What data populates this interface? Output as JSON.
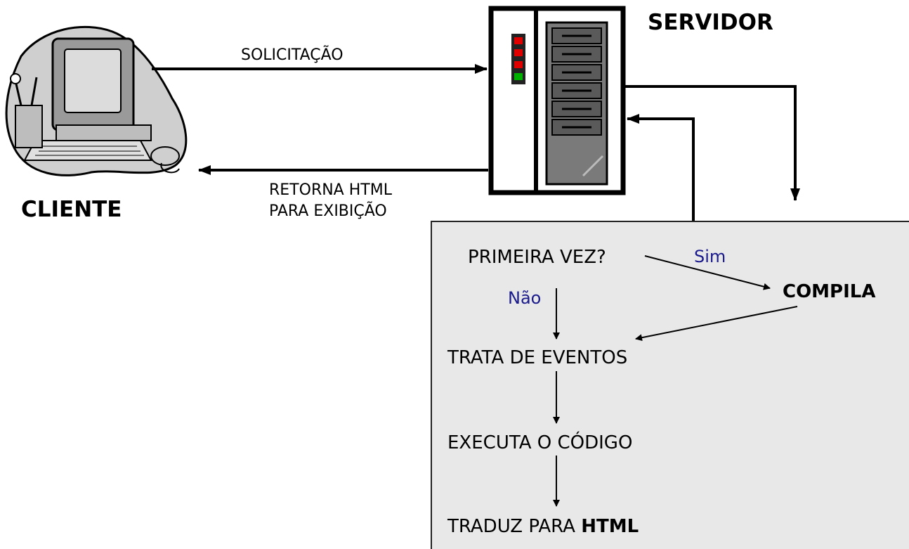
{
  "client": {
    "title": "CLIENTE",
    "icon": "computer-icon"
  },
  "server": {
    "title": "SERVIDOR",
    "icon": "server-tower-icon"
  },
  "arrows": {
    "request": "SOLICITAÇÃO",
    "response_line1": "RETORNA HTML",
    "response_line2": "PARA EXIBIÇÃO"
  },
  "flow": {
    "first_time": "PRIMEIRA VEZ?",
    "yes": "Sim",
    "no": "Não",
    "compile": "COMPILA",
    "events": "TRATA DE EVENTOS",
    "execute": "EXECUTA O CÓDIGO",
    "translate_prefix": "TRADUZ PARA ",
    "translate_bold": "HTML"
  },
  "colors": {
    "panel_bg": "#e8e8e8",
    "decision_label": "#1a1a8c",
    "led_red": "#e00000",
    "led_green": "#00b000",
    "server_gray": "#7a7a7a"
  }
}
